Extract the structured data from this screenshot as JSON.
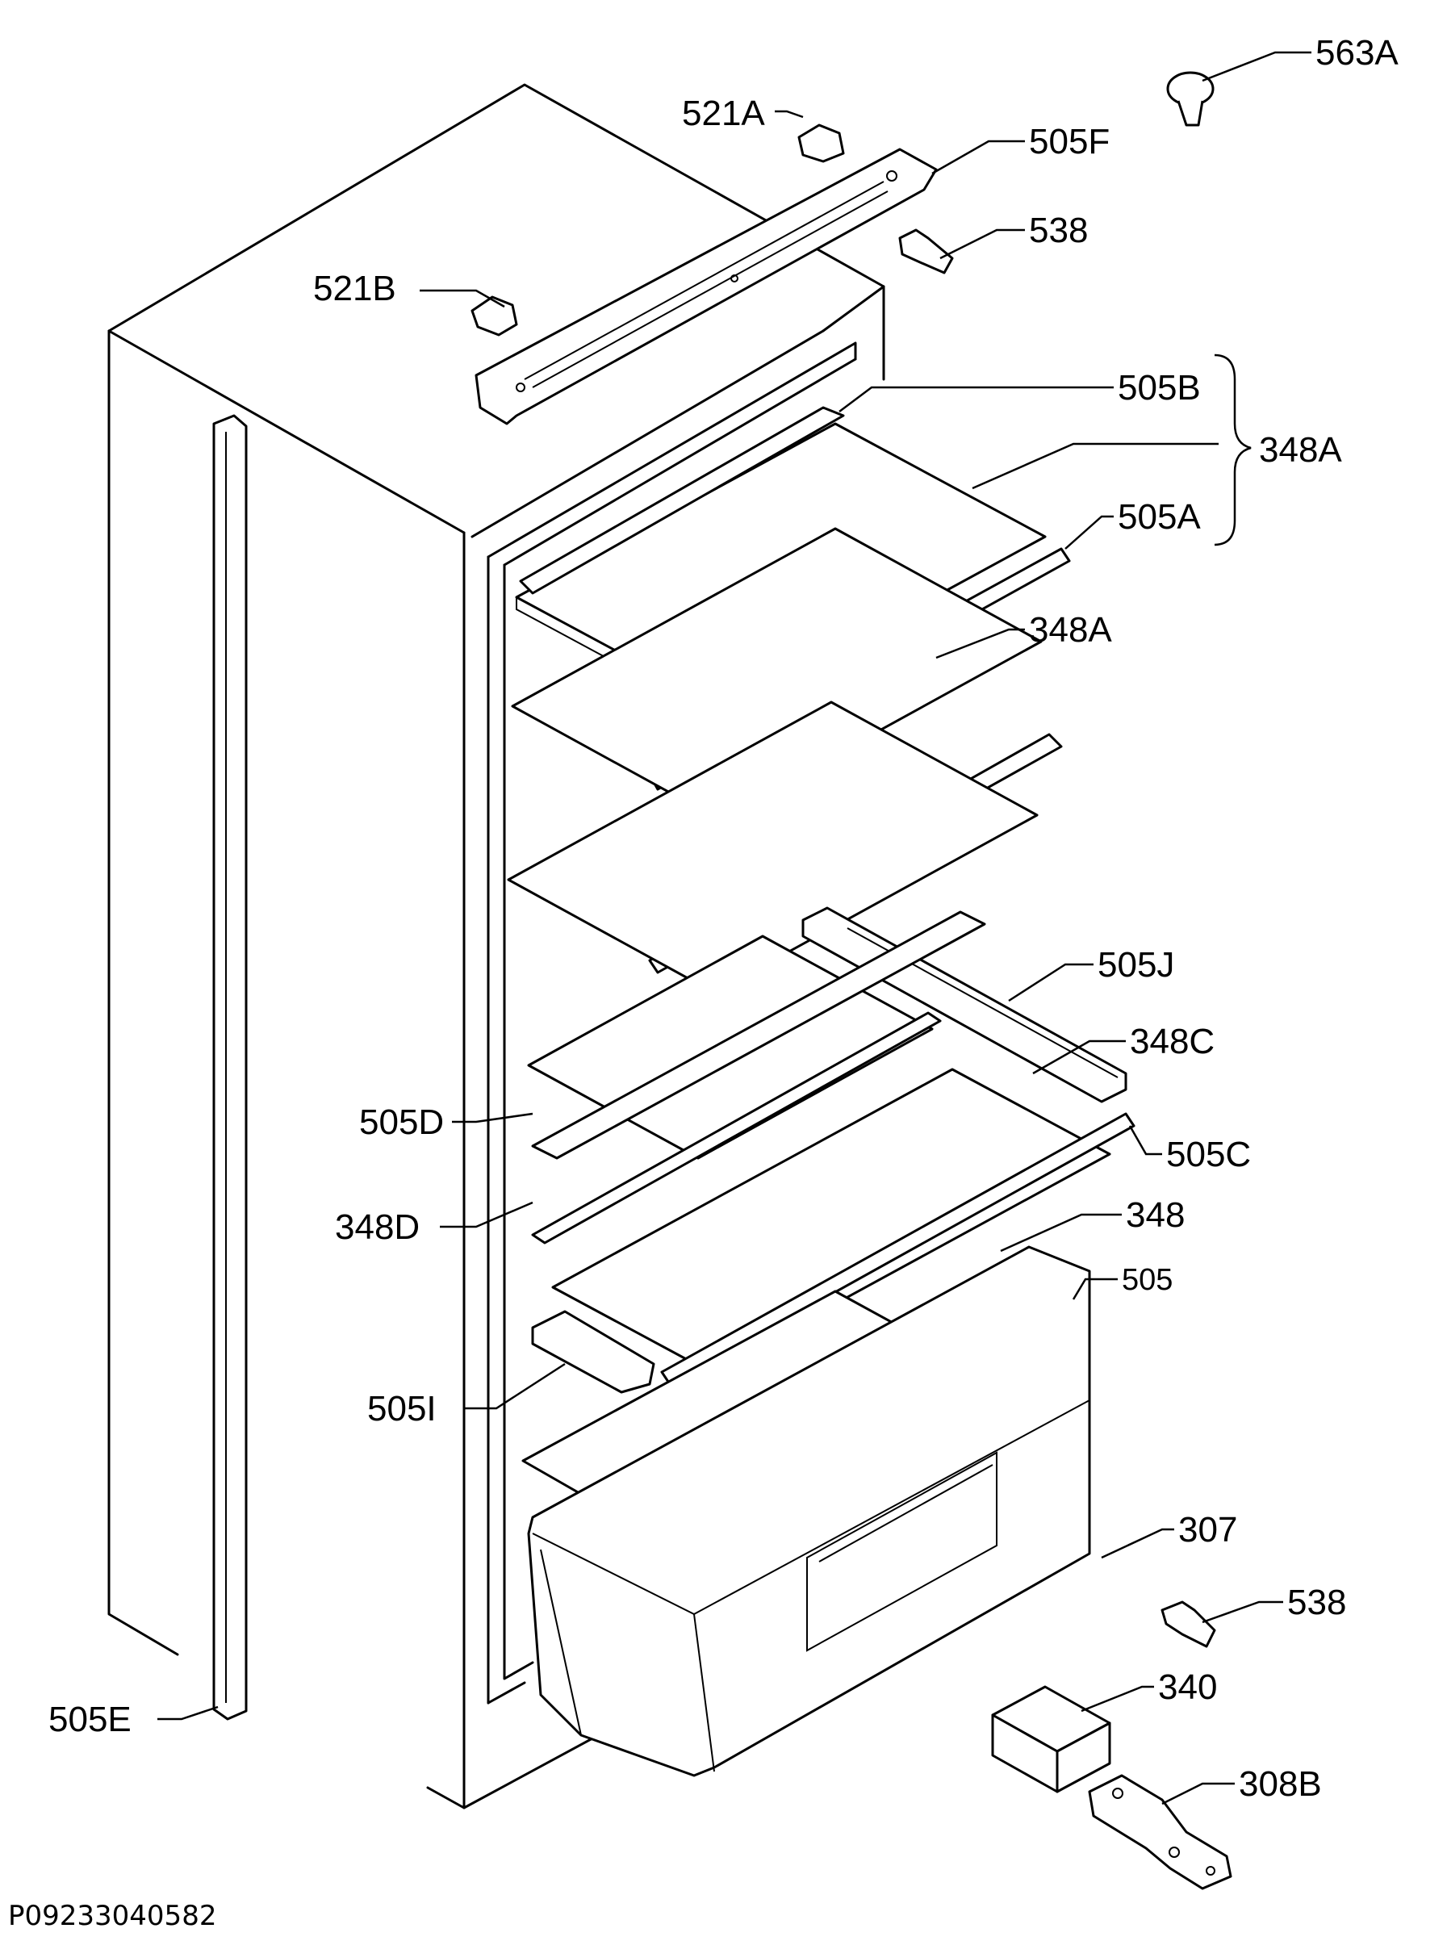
{
  "document_code": "P09233040582",
  "labels": {
    "l_563A": "563A",
    "l_521A": "521A",
    "l_505F": "505F",
    "l_538_top": "538",
    "l_521B": "521B",
    "l_505B": "505B",
    "l_348A_group": "348A",
    "l_505A": "505A",
    "l_348A": "348A",
    "l_505J": "505J",
    "l_348C": "348C",
    "l_505D": "505D",
    "l_505C": "505C",
    "l_348D": "348D",
    "l_348": "348",
    "l_505": "505",
    "l_505I": "505I",
    "l_307": "307",
    "l_538_bottom": "538",
    "l_505E": "505E",
    "l_340": "340",
    "l_308B": "308B"
  }
}
